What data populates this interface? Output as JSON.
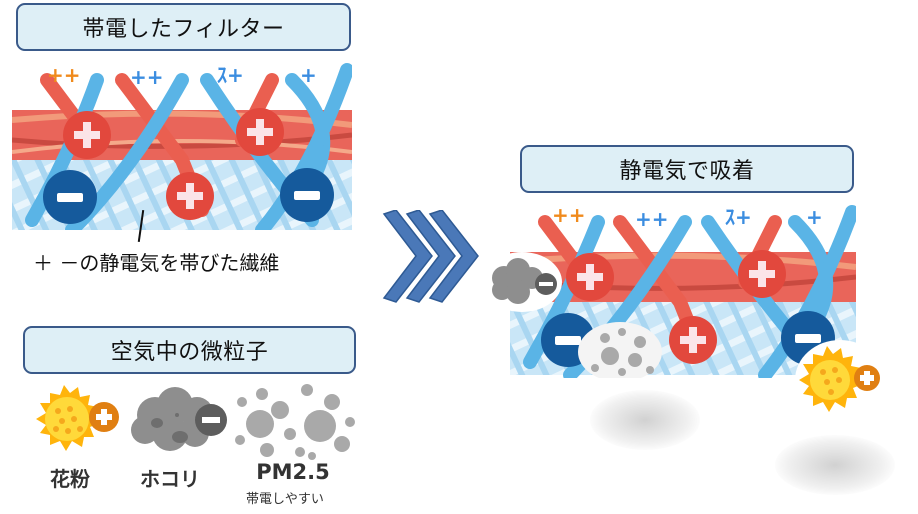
{
  "filter_section": {
    "title": "帯電したフィルター",
    "caption": "＋ －の静電気を帯びた繊維"
  },
  "particles_section": {
    "title": "空気中の微粒子",
    "items": [
      {
        "label": "花粉",
        "charge": "+",
        "icon": "pollen-icon"
      },
      {
        "label": "ホコリ",
        "charge": "-",
        "icon": "dust-icon"
      },
      {
        "label": "PM2.5",
        "sublabel": "帯電しやすい",
        "icon": "pm25-icon"
      }
    ]
  },
  "result_section": {
    "title": "静電気で吸着"
  },
  "colors": {
    "label_bg": "#deeff6",
    "label_border": "#3a5a8a",
    "positive": "#e2483d",
    "negative": "#155a9c",
    "fiber_blue": "#5ab4e6",
    "fiber_red": "#ea5f50",
    "arrow": "#4a78b8",
    "pollen": "#ffc21a",
    "pollen_badge": "#e07f12",
    "dust": "#8e8e8e"
  }
}
